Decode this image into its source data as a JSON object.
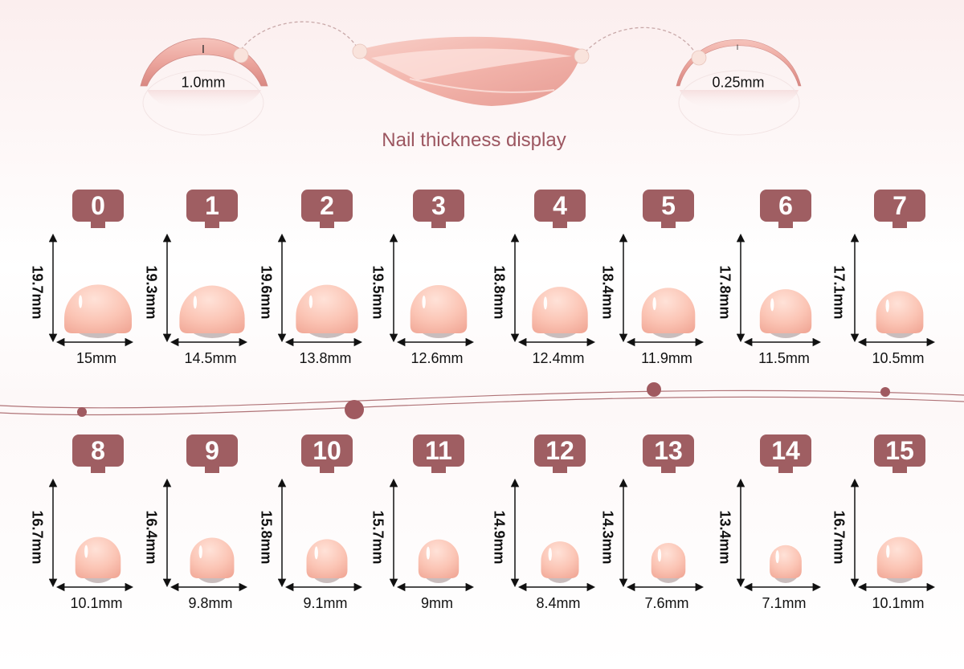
{
  "thickness": {
    "title": "Nail thickness display",
    "thick_label": "1.0mm",
    "thin_label": "0.25mm"
  },
  "colors": {
    "badge": "#9f5e62",
    "nail_light": "#ffd7cb",
    "nail_dark": "#f3a595",
    "title": "#9c5660"
  },
  "sizes": [
    {
      "number": "0",
      "height": "19.7mm",
      "width": "15mm",
      "height_mm": 19.7,
      "width_mm": 15
    },
    {
      "number": "1",
      "height": "19.3mm",
      "width": "14.5mm",
      "height_mm": 19.3,
      "width_mm": 14.5
    },
    {
      "number": "2",
      "height": "19.6mm",
      "width": "13.8mm",
      "height_mm": 19.6,
      "width_mm": 13.8
    },
    {
      "number": "3",
      "height": "19.5mm",
      "width": "12.6mm",
      "height_mm": 19.5,
      "width_mm": 12.6
    },
    {
      "number": "4",
      "height": "18.8mm",
      "width": "12.4mm",
      "height_mm": 18.8,
      "width_mm": 12.4
    },
    {
      "number": "5",
      "height": "18.4mm",
      "width": "11.9mm",
      "height_mm": 18.4,
      "width_mm": 11.9
    },
    {
      "number": "6",
      "height": "17.8mm",
      "width": "11.5mm",
      "height_mm": 17.8,
      "width_mm": 11.5
    },
    {
      "number": "7",
      "height": "17.1mm",
      "width": "10.5mm",
      "height_mm": 17.1,
      "width_mm": 10.5
    },
    {
      "number": "8",
      "height": "16.7mm",
      "width": "10.1mm",
      "height_mm": 16.7,
      "width_mm": 10.1
    },
    {
      "number": "9",
      "height": "16.4mm",
      "width": "9.8mm",
      "height_mm": 16.4,
      "width_mm": 9.8
    },
    {
      "number": "10",
      "height": "15.8mm",
      "width": "9.1mm",
      "height_mm": 15.8,
      "width_mm": 9.1
    },
    {
      "number": "11",
      "height": "15.7mm",
      "width": "9mm",
      "height_mm": 15.7,
      "width_mm": 9
    },
    {
      "number": "12",
      "height": "14.9mm",
      "width": "8.4mm",
      "height_mm": 14.9,
      "width_mm": 8.4
    },
    {
      "number": "13",
      "height": "14.3mm",
      "width": "7.6mm",
      "height_mm": 14.3,
      "width_mm": 7.6
    },
    {
      "number": "14",
      "height": "13.4mm",
      "width": "7.1mm",
      "height_mm": 13.4,
      "width_mm": 7.1
    },
    {
      "number": "15",
      "height": "16.7mm",
      "width": "10.1mm",
      "height_mm": 16.7,
      "width_mm": 10.1
    }
  ]
}
